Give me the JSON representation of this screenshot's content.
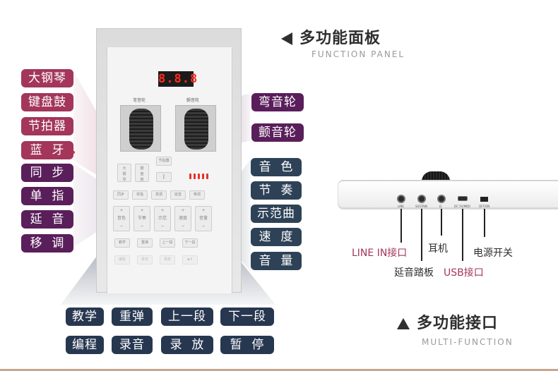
{
  "panel_section": {
    "title": "多功能面板",
    "subtitle": "FUNCTION PANEL"
  },
  "interface_section": {
    "title": "多功能接口",
    "subtitle": "MULTI-FUNCTION"
  },
  "display": {
    "value": "8.8.8"
  },
  "wheels": {
    "left_label": "弯音轮",
    "right_label": "颤音轮"
  },
  "left_tags": [
    {
      "label": "大钢琴"
    },
    {
      "label": "键盘鼓"
    },
    {
      "label": "节拍器"
    },
    {
      "label": "蓝  牙"
    },
    {
      "label": "同  步"
    },
    {
      "label": "单  指"
    },
    {
      "label": "延  音"
    },
    {
      "label": "移  调"
    }
  ],
  "right_tags": [
    {
      "label": "弯音轮"
    },
    {
      "label": "颤音轮"
    },
    {
      "label": "音  色"
    },
    {
      "label": "节  奏"
    },
    {
      "label": "示范曲"
    },
    {
      "label": "速  度"
    },
    {
      "label": "音  量"
    }
  ],
  "bottom_tags": [
    {
      "label": "教学"
    },
    {
      "label": "重弹"
    },
    {
      "label": "上一段"
    },
    {
      "label": "下一段"
    },
    {
      "label": "编程"
    },
    {
      "label": "录音"
    },
    {
      "label": "录  放"
    },
    {
      "label": "暂  停"
    }
  ],
  "mini_buttons": {
    "top": [
      {
        "label": "大\n钢\n琴"
      },
      {
        "label": "键\n盘\n鼓"
      },
      {
        "label": "节拍器"
      }
    ],
    "row": [
      {
        "label": "同步"
      },
      {
        "label": "单指"
      },
      {
        "label": "变调"
      },
      {
        "label": "延音"
      },
      {
        "label": "移调"
      }
    ],
    "pm": [
      {
        "label": "音色"
      },
      {
        "label": "节奏"
      },
      {
        "label": "示范"
      },
      {
        "label": "速度"
      },
      {
        "label": "音量"
      }
    ],
    "bottom": [
      {
        "label": "教学"
      },
      {
        "label": "重弹"
      },
      {
        "label": "上一段"
      },
      {
        "label": "下一段"
      }
    ],
    "bottom2": [
      {
        "label": "编程"
      },
      {
        "label": "录音"
      },
      {
        "label": "录放"
      },
      {
        "label": "▶II"
      }
    ]
  },
  "ports": [
    {
      "tiny": "LINE",
      "name": "LINE IN接口",
      "color": "#a3365a"
    },
    {
      "tiny": "SUSTAIN",
      "name": "延音踏板",
      "color": "#2f2f2f"
    },
    {
      "tiny": "Ω",
      "name": "耳机",
      "color": "#2f2f2f"
    },
    {
      "tiny": "DC 5V/MIDI",
      "name": "USB接口",
      "color": "#a3365a"
    },
    {
      "tiny": "OFF/ON",
      "name": "电源开关",
      "color": "#2f2f2f"
    }
  ],
  "colors": {
    "tag_red": "#a3365a",
    "tag_purple": "#5a1e5b",
    "tag_slate": "#2e4257",
    "tag_navy": "#273750",
    "led": "#ff2a1a"
  }
}
